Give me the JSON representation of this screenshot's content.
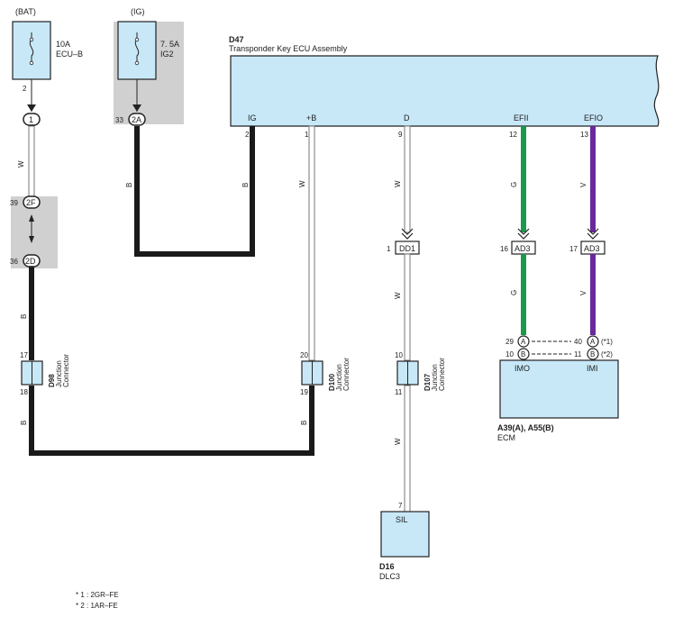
{
  "power": {
    "bat": {
      "source": "(BAT)",
      "fuse_amp": "10A",
      "fuse_name": "ECU–B",
      "pin": "2"
    },
    "ig": {
      "source": "(IG)",
      "fuse_amp": "7. 5A",
      "fuse_name": "IG2"
    }
  },
  "connectors": {
    "c1": {
      "label": "1"
    },
    "c2a": {
      "label": "2A",
      "pin": "33"
    },
    "c2f": {
      "label": "2F",
      "pin": "39"
    },
    "c2d": {
      "label": "2D",
      "pin": "36"
    },
    "dd1": {
      "label": "DD1",
      "pin": "1"
    },
    "ad3_g": {
      "label": "AD3",
      "pin": "16"
    },
    "ad3_v": {
      "label": "AD3",
      "pin": "17"
    }
  },
  "ecu": {
    "code": "D47",
    "name": "Transponder Key ECU Assembly",
    "pins": [
      {
        "name": "IG",
        "num": "2"
      },
      {
        "name": "+B",
        "num": "1"
      },
      {
        "name": "D",
        "num": "9"
      },
      {
        "name": "EFII",
        "num": "12"
      },
      {
        "name": "EFIO",
        "num": "13"
      }
    ]
  },
  "wires": {
    "w_bat": "W",
    "b_ig": "B",
    "b_ig2": "B",
    "w_plusb": "W",
    "w_d": "W",
    "g_efii": "G",
    "v_efio": "V",
    "b_2d": "B",
    "w_dd1": "W",
    "g_ad3": "G",
    "v_ad3": "V",
    "b_d98": "B",
    "b_d100": "B",
    "w_d107": "W"
  },
  "junctions": [
    {
      "code": "D98",
      "name": "Junction\nConnector",
      "pin_top": "17",
      "pin_bottom": "18"
    },
    {
      "code": "D100",
      "name": "Junction\nConnector",
      "pin_top": "20",
      "pin_bottom": "19"
    },
    {
      "code": "D107",
      "name": "Junction\nConnector",
      "pin_top": "10",
      "pin_bottom": "11"
    }
  ],
  "ecm": {
    "code": "A39(A), A55(B)",
    "name": "ECM",
    "pin_imo": "IMO",
    "pin_imi": "IMI",
    "row_a": {
      "left": "29",
      "conn_left": "A",
      "right": "40",
      "conn_right": "A",
      "note": "(*1)"
    },
    "row_b": {
      "left": "10",
      "conn_left": "B",
      "right": "11",
      "conn_right": "B",
      "note": "(*2)"
    }
  },
  "dlc": {
    "code": "D16",
    "name": "DLC3",
    "pin_name": "SIL",
    "pin": "7"
  },
  "notes": [
    "* 1 : 2GR–FE",
    "* 2 : 1AR–FE"
  ],
  "colors": {
    "box_fill": "#c8e8f8",
    "gray_fill": "#d0d0d0",
    "wire_b": "#1a1a1a",
    "wire_g": "#1a9a4a",
    "wire_v": "#6a2a9a",
    "wire_w_edge": "#777777"
  }
}
